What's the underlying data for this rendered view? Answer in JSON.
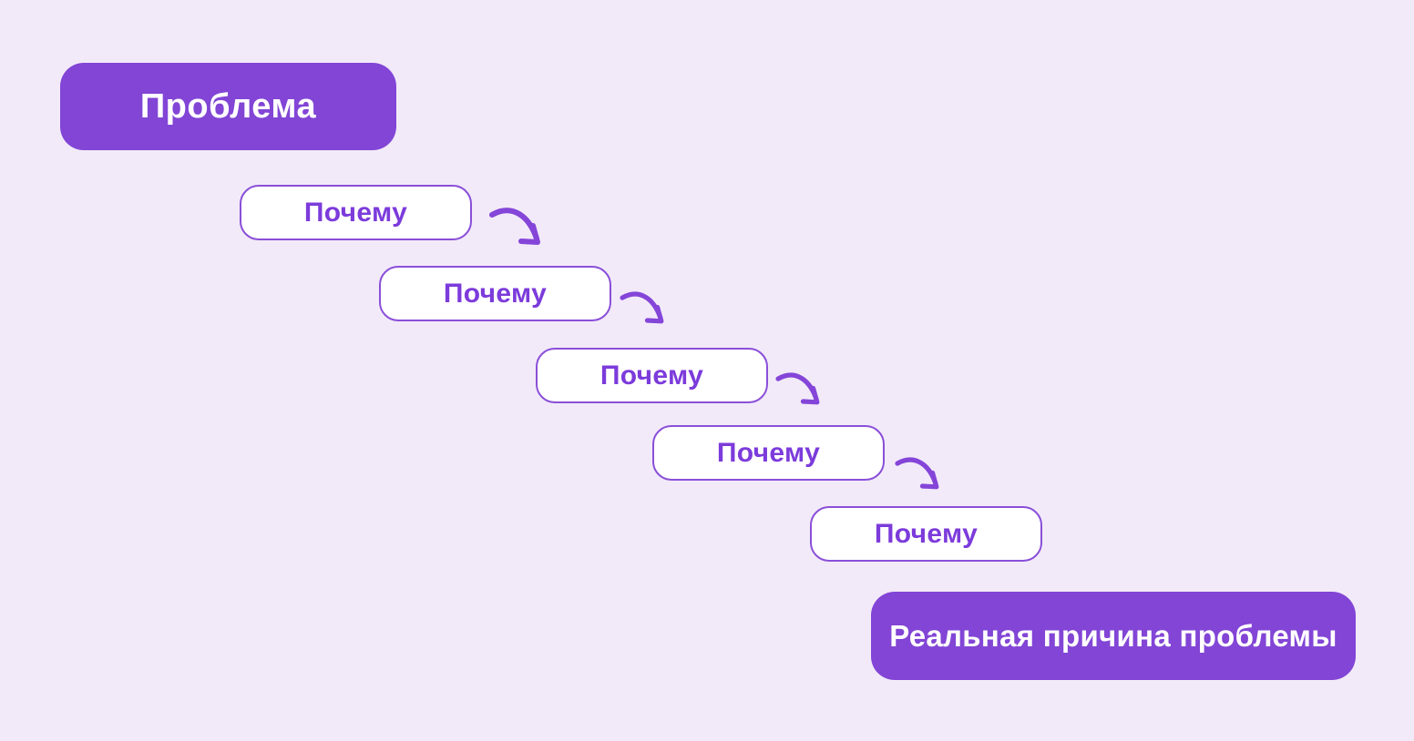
{
  "canvas": {
    "background_color": "#F2EAF9"
  },
  "diagram": {
    "type": "five-whys-cascade",
    "problem_box": {
      "label": "Проблема",
      "fill_color": "#8245D6",
      "text_color": "#FFFFFF"
    },
    "why_boxes": [
      {
        "label": "Почему"
      },
      {
        "label": "Почему"
      },
      {
        "label": "Почему"
      },
      {
        "label": "Почему"
      },
      {
        "label": "Почему"
      }
    ],
    "why_box_style": {
      "fill_color": "#FFFFFF",
      "border_color": "#8A4FD8",
      "text_color": "#7C3BDB"
    },
    "result_box": {
      "label": "Реальная причина проблемы",
      "fill_color": "#8245D6",
      "text_color": "#FFFFFF"
    },
    "arrows": {
      "icon": "curved-arrow-down-right-icon",
      "color": "#8445D8",
      "count": 4
    }
  }
}
